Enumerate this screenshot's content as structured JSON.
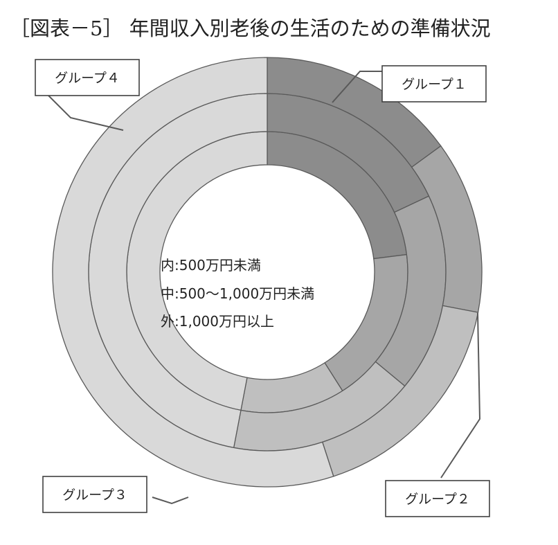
{
  "title": "［図表－5］ 年間収入別老後の生活のための準備状況",
  "chart_data": {
    "type": "pie",
    "subtype": "multi-ring donut",
    "categories": [
      "グループ１",
      "グループ２",
      "グループ３",
      "グループ４"
    ],
    "rings": [
      {
        "label": "内:500万円未満",
        "values": [
          23,
          18,
          12,
          47
        ]
      },
      {
        "label": "中:500～1,000万円未満",
        "values": [
          18,
          18,
          17,
          47
        ]
      },
      {
        "label": "外:1,000万円以上",
        "values": [
          15,
          13,
          17,
          55
        ]
      }
    ],
    "colors": [
      "#8c8c8c",
      "#a6a6a6",
      "#bfbfbf",
      "#d9d9d9"
    ],
    "stroke": "#595959"
  }
}
